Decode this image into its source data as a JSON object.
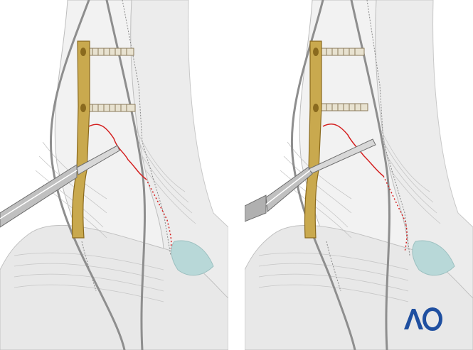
{
  "panels": [
    {
      "id": "left",
      "step": "drill-at-distal-fibula"
    },
    {
      "id": "right",
      "step": "drill-through-fracture"
    }
  ],
  "colors": {
    "bone": "#eeeeee",
    "bone_edge": "#d0d0d0",
    "outline": "#999999",
    "plate": "#c9a94e",
    "plate_dark": "#8a6a1e",
    "screw": "#e8e2d0",
    "fracture": "#d42020",
    "cartilage": "#b8d8d8",
    "drill_sleeve": "#c0c0c0",
    "logo": "#1f4fa0"
  },
  "logo": {
    "text": "AO",
    "icon": "ao-logo"
  }
}
